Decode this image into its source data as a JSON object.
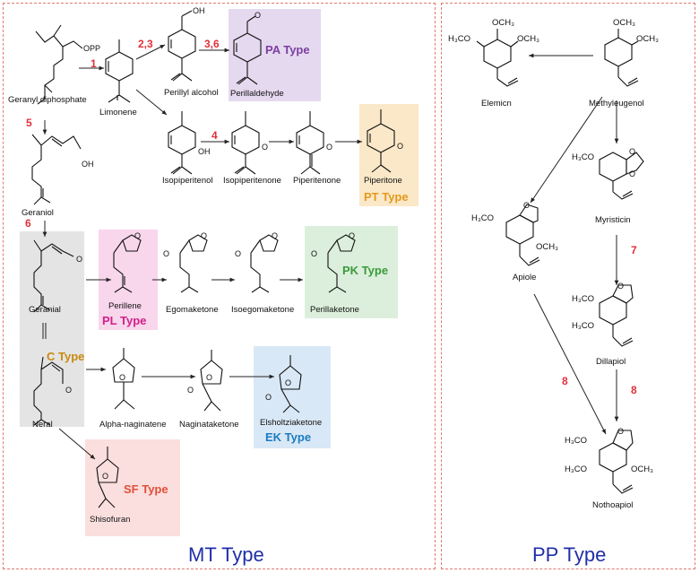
{
  "panels": {
    "mt_label": "MT Type",
    "pp_label": "PP Type"
  },
  "compounds": {
    "geranyl_diphosphate": "Geranyl diphosphate",
    "limonene": "Limonene",
    "perillyl_alcohol": "Perillyl alcohol",
    "perillaldehyde": "Perillaldehyde",
    "isopiperitenol": "Isopiperitenol",
    "isopiperitenone": "Isopiperitenone",
    "piperitenone": "Piperitenone",
    "piperitone": "Piperitone",
    "geraniol": "Geraniol",
    "geranial": "Geranial",
    "perillene": "Perillene",
    "egomaketone": "Egomaketone",
    "isoegomaketone": "Isoegomaketone",
    "perillaketone": "Perillaketone",
    "neral": "Neral",
    "alpha_naginatene": "Alpha-naginatene",
    "naginataketone": "Naginataketone",
    "elsholtziaketone": "Elsholtziaketone",
    "shisofuran": "Shisofuran",
    "elemicn": "Elemicn",
    "methyleugenol": "Methyleugenol",
    "myristicin": "Myristicin",
    "apiole": "Apiole",
    "dillapiol": "Dillapiol",
    "nothoapiol": "Nothoapiol"
  },
  "types": {
    "pa": "PA Type",
    "pt": "PT Type",
    "pl": "PL Type",
    "pk": "PK Type",
    "c": "C Type",
    "ek": "EK Type",
    "sf": "SF Type"
  },
  "steps": {
    "s1": "1",
    "s23": "2,3",
    "s36": "3,6",
    "s4": "4",
    "s5": "5",
    "s6": "6",
    "s7": "7",
    "s8a": "8",
    "s8b": "8"
  },
  "atoms": {
    "opp": "OPP",
    "oh": "OH",
    "o": "O",
    "och3": "OCH",
    "h3co": "H",
    "methoxy_right": "OCH₃",
    "methoxy_left": "H₃CO"
  },
  "colors": {
    "pa_bg": "#e5d9f0",
    "pa_text": "#7b3fa0",
    "pt_bg": "#fbe8c8",
    "pt_text": "#e39a1c",
    "pl_bg": "#f8d6ec",
    "pl_text": "#d0208a",
    "pk_bg": "#dcefdc",
    "pk_text": "#3a9a3a",
    "c_bg": "#e4e4e4",
    "c_text": "#c88a10",
    "ek_bg": "#d9e8f6",
    "ek_text": "#1a7cc0",
    "sf_bg": "#fbdede",
    "sf_text": "#e0503a",
    "step_red": "#e0303a",
    "panel_border": "#e07a6e",
    "big_label": "#1f2fa8"
  }
}
